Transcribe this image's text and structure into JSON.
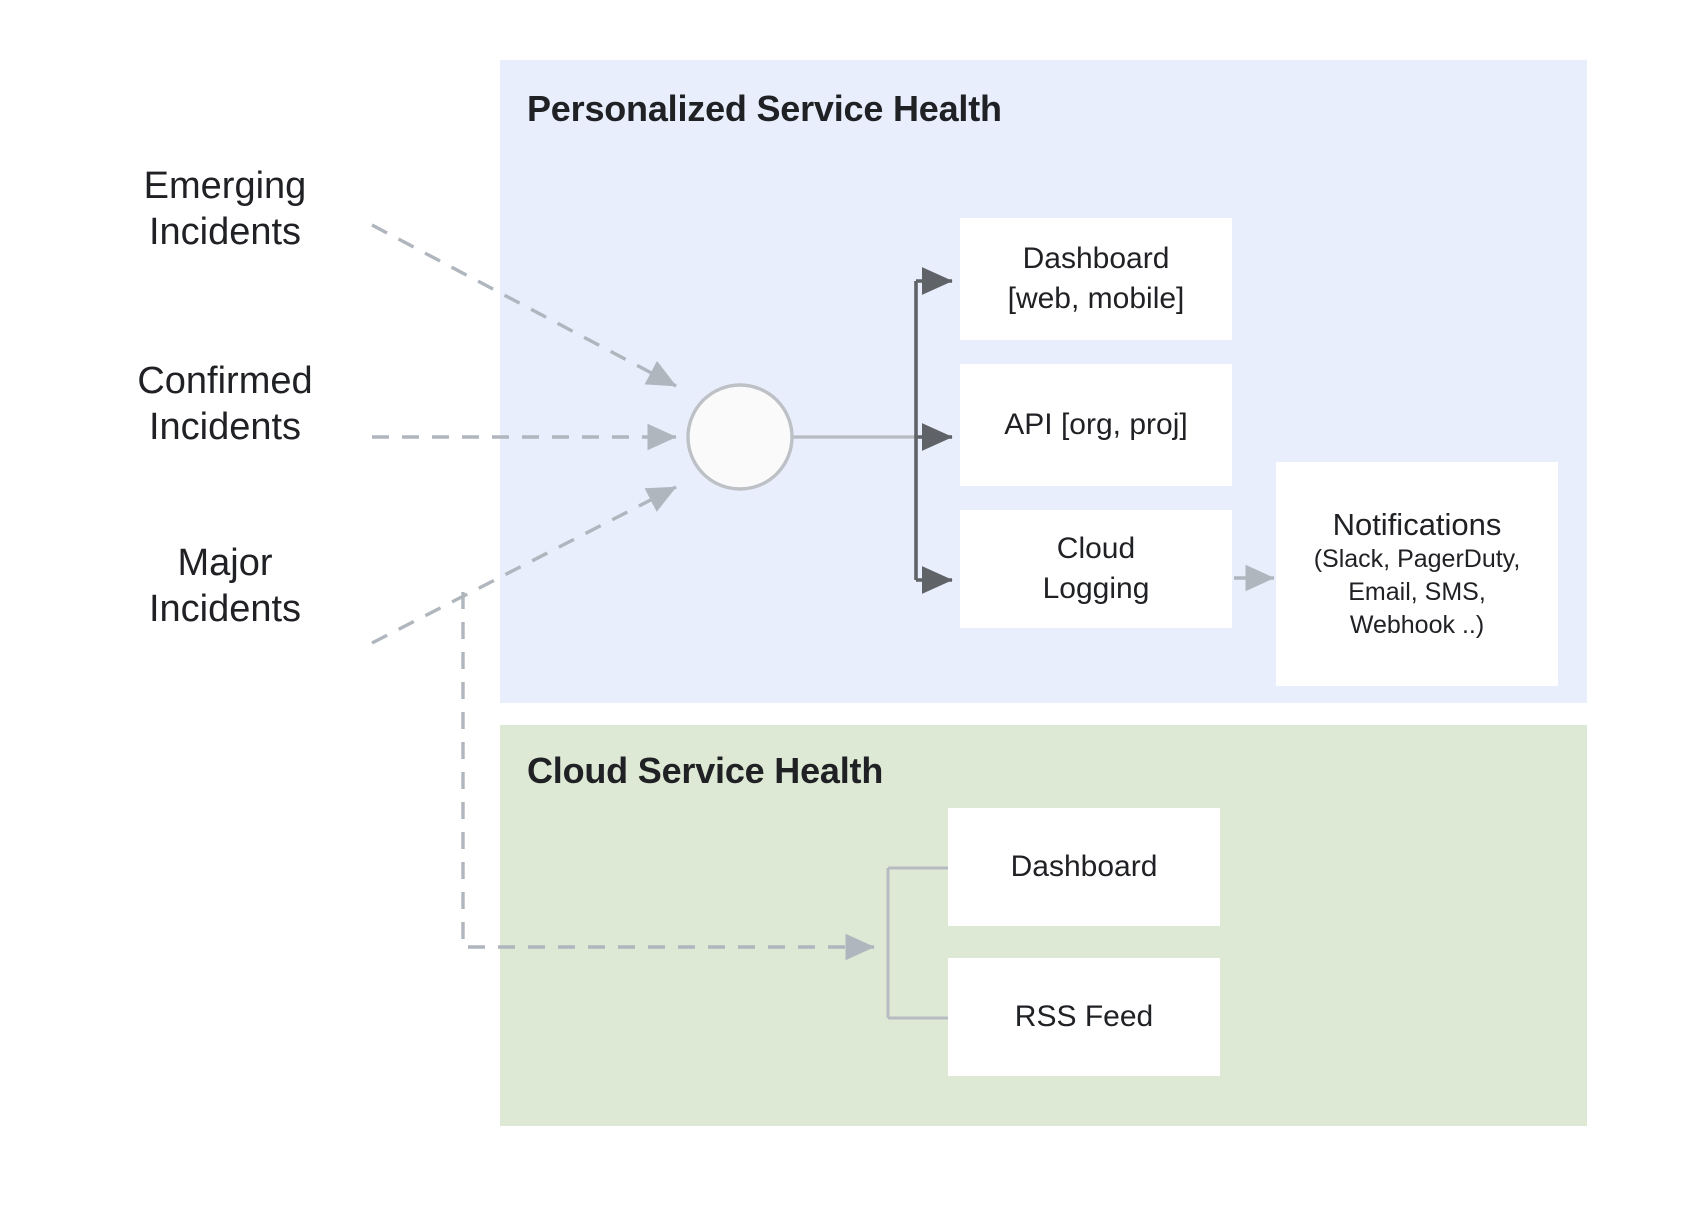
{
  "diagram": {
    "title_hidden": "Google Cloud Service Health architecture",
    "colors": {
      "personalized_panel_bg": "#e8eefc",
      "cloud_panel_bg": "#dde9d4",
      "box_bg": "#ffffff",
      "text": "#202124",
      "solid_connector": "#5f6368",
      "dashed_connector": "#b0b6bd",
      "light_connector": "#b6bcc2",
      "hub_fill": "#fafafa",
      "hub_stroke": "#bdc1c6"
    }
  },
  "inputs": [
    {
      "id": "emerging",
      "label": "Emerging\nIncidents"
    },
    {
      "id": "confirmed",
      "label": "Confirmed\nIncidents"
    },
    {
      "id": "major",
      "label": "Major\nIncidents"
    }
  ],
  "panels": [
    {
      "id": "personalized-service-health",
      "title": "Personalized Service Health",
      "boxes": [
        {
          "id": "dashboard-web-mobile",
          "label": "Dashboard\n[web, mobile]"
        },
        {
          "id": "api-org-proj",
          "label": "API [org, proj]"
        },
        {
          "id": "cloud-logging",
          "label": "Cloud\nLogging"
        },
        {
          "id": "notifications",
          "label": "Notifications",
          "sublabel": "(Slack, PagerDuty,\nEmail, SMS,\nWebhook ..)"
        }
      ]
    },
    {
      "id": "cloud-service-health",
      "title": "Cloud Service Health",
      "boxes": [
        {
          "id": "dashboard",
          "label": "Dashboard"
        },
        {
          "id": "rss-feed",
          "label": "RSS Feed"
        }
      ]
    }
  ],
  "hub": {
    "id": "aggregation-node",
    "label": ""
  }
}
